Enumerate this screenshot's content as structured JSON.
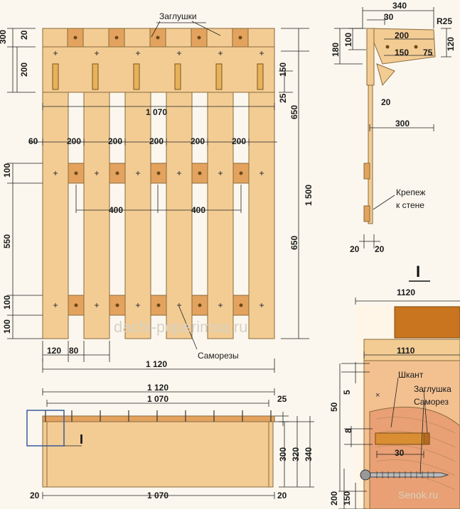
{
  "labels": {
    "plugs": "Заглушки",
    "screws": "Саморезы",
    "wall_mount_1": "Крепеж",
    "wall_mount_2": "к стене",
    "dowel": "Шкант",
    "plug": "Заглушка",
    "screw": "Саморез",
    "detail_marker": "I",
    "detail_marker_small": "I",
    "watermark_main": "dachi-poperimsa.ru",
    "watermark_corner": "Senok.ru"
  },
  "front_view": {
    "top_dims": [
      "20",
      "300",
      "200",
      "150",
      "25"
    ],
    "width_inner": "1 070",
    "slat_gaps": [
      "60",
      "200",
      "200",
      "200",
      "200",
      "200"
    ],
    "spacing_400": [
      "400",
      "400"
    ],
    "height_total": "1 500",
    "height_650_top": "650",
    "height_650_bottom": "650",
    "left_dims": [
      "100",
      "550",
      "100",
      "100"
    ],
    "bottom_dims": [
      "120",
      "80"
    ],
    "width_total": "1 120"
  },
  "side_view": {
    "dims": [
      "340",
      "30",
      "R25",
      "180",
      "100",
      "200",
      "120",
      "150",
      "75",
      "20",
      "300",
      "20",
      "20"
    ]
  },
  "bottom_view": {
    "width_total": "1 120",
    "width_inner": "1 070",
    "width_bottom": "1 070",
    "dims": [
      "25",
      "300",
      "320",
      "340",
      "20",
      "20"
    ]
  },
  "detail": {
    "width_1120": "1120",
    "width_1110": "1110",
    "dims": [
      "5",
      "50",
      "8",
      "30",
      "200",
      "150"
    ]
  }
}
